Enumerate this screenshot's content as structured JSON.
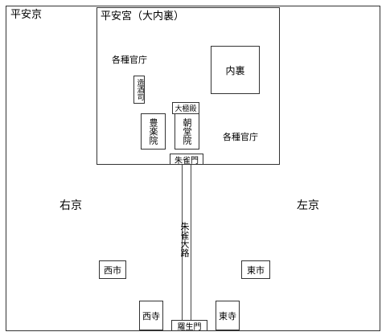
{
  "labels": {
    "heiankyo": "平安京",
    "heiankyu": "平安宮（大内裏）",
    "kakushu_kancho_1": "各種官庁",
    "kakushu_kancho_2": "各種官庁",
    "dairi": "内裏",
    "zoshoshi": "造酒司",
    "daigokuden": "大極殿",
    "burakuin": "豊楽院",
    "chodoin": "朝堂院",
    "suzakumon": "朱雀門",
    "ukyo": "右京",
    "sakyo": "左京",
    "suzaku_oji": "朱雀大路",
    "saiichi": "西市",
    "toichi": "東市",
    "saiji": "西寺",
    "toji": "東寺",
    "rashomon": "羅生門"
  }
}
